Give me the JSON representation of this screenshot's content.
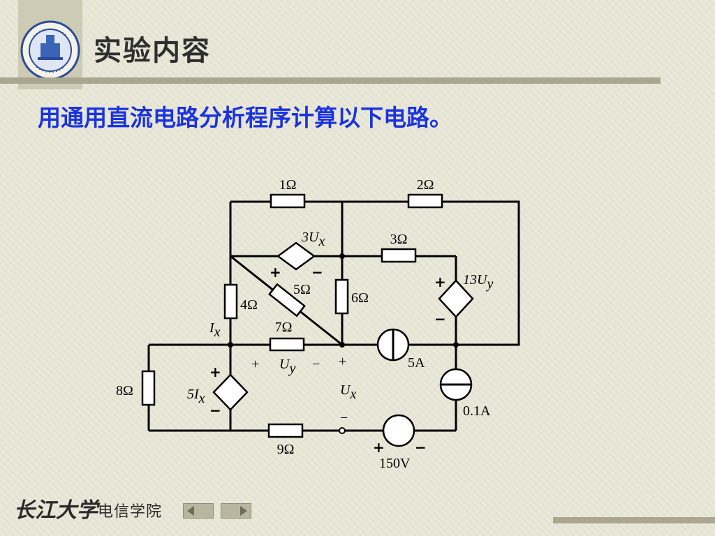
{
  "header": {
    "title": "实验内容",
    "logo_ring_text": "YANGTZE UNIVERSITY",
    "logo_motto": "长 江 大 学"
  },
  "content": {
    "instruction": "用通用直流电路分析程序计算以下电路。"
  },
  "circuit": {
    "resistors": {
      "r1": "1Ω",
      "r2": "2Ω",
      "r3": "3Ω",
      "r4": "4Ω",
      "r5": "5Ω",
      "r6": "6Ω",
      "r7": "7Ω",
      "r8": "8Ω",
      "r9": "9Ω"
    },
    "sources": {
      "ccvs_top": {
        "coef": "3",
        "var": "U",
        "sub": "x",
        "plus": "+",
        "minus": "−"
      },
      "ccvs_right": {
        "coef": "13",
        "var": "U",
        "sub": "y",
        "plus": "+",
        "minus": "−"
      },
      "cccs_left": {
        "coef": "5",
        "var": "I",
        "sub": "x",
        "plus": "+",
        "minus": "−"
      },
      "isource_5a": "5A",
      "isource_01a": "0.1A",
      "vsource": {
        "value": "150V",
        "plus": "+",
        "minus": "−"
      }
    },
    "measurements": {
      "ix": {
        "var": "I",
        "sub": "x"
      },
      "uy": {
        "plus": "+",
        "var": "U",
        "sub": "y",
        "minus": "−"
      },
      "ux": {
        "plus": "+",
        "var": "U",
        "sub": "x",
        "minus": "−"
      }
    }
  },
  "footer": {
    "university_logo_text": "长江大学",
    "department": "电信学院"
  }
}
